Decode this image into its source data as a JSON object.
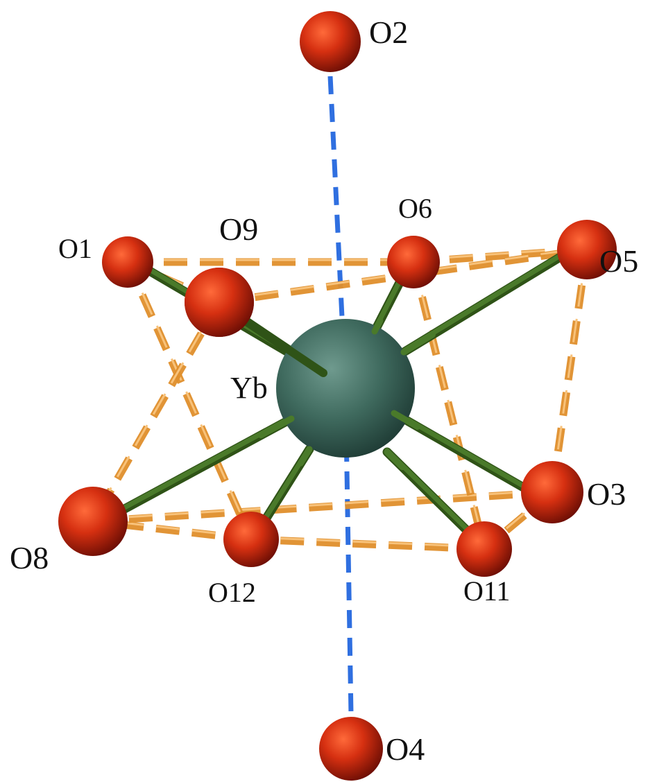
{
  "center_atom": {
    "label": "Yb",
    "color": "#3f6a5e"
  },
  "oxygen_color": "#c7280f",
  "colors": {
    "bond": "#4a7a2a",
    "edge": "#e08f2c",
    "axial": "#2f6fe0"
  },
  "atoms": {
    "O1": "O1",
    "O2": "O2",
    "O3": "O3",
    "O4": "O4",
    "O5": "O5",
    "O6": "O6",
    "O8": "O8",
    "O9": "O9",
    "O11": "O11",
    "O12": "O12"
  },
  "bonds_to_center": [
    "O1",
    "O9",
    "O6",
    "O5",
    "O8",
    "O12",
    "O11",
    "O3"
  ],
  "polyhedron_edges": [
    [
      "O1",
      "O6"
    ],
    [
      "O6",
      "O5"
    ],
    [
      "O9",
      "O5"
    ],
    [
      "O1",
      "O9"
    ],
    [
      "O5",
      "O3"
    ],
    [
      "O3",
      "O11"
    ],
    [
      "O11",
      "O12"
    ],
    [
      "O12",
      "O8"
    ],
    [
      "O8",
      "O3"
    ],
    [
      "O1",
      "O12"
    ],
    [
      "O9",
      "O8"
    ],
    [
      "O6",
      "O11"
    ]
  ],
  "axial_contacts": [
    [
      "O2",
      "Yb"
    ],
    [
      "Yb",
      "O4"
    ]
  ]
}
